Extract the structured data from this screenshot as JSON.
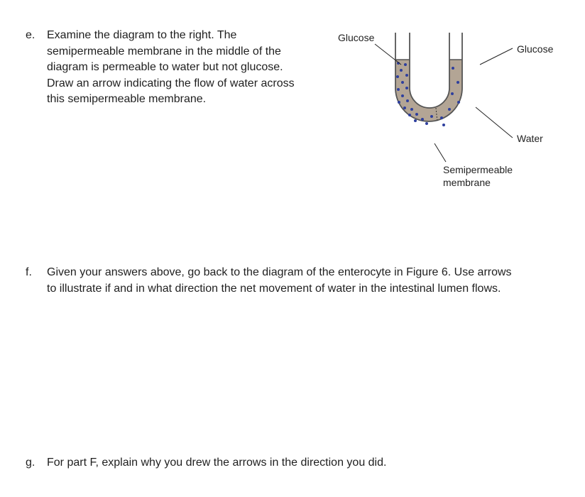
{
  "questions": {
    "e": {
      "letter": "e.",
      "lines": [
        "Examine the diagram to the right. The",
        "semipermeable membrane in the middle of the",
        "diagram is permeable to water but not glucose.",
        "Draw an arrow indicating the flow of water across",
        "this semipermeable membrane."
      ]
    },
    "f": {
      "letter": "f.",
      "lines": [
        "Given your answers above, go back to the diagram of the enterocyte in Figure 6. Use arrows",
        "to illustrate if and in what direction the net movement of water in the intestinal lumen flows."
      ]
    },
    "g": {
      "letter": "g.",
      "lines": [
        "For part F, explain why you drew the arrows in the direction you did."
      ]
    }
  },
  "diagram": {
    "labels": {
      "glucose_left": "Glucose",
      "glucose_right": "Glucose",
      "water": "Water",
      "membrane_line1": "Semipermeable",
      "membrane_line2": "membrane"
    },
    "colors": {
      "fluid": "#b3a595",
      "tube_outline": "#555555",
      "glucose_dot": "#2e3f9e",
      "pointer": "#222222"
    }
  }
}
